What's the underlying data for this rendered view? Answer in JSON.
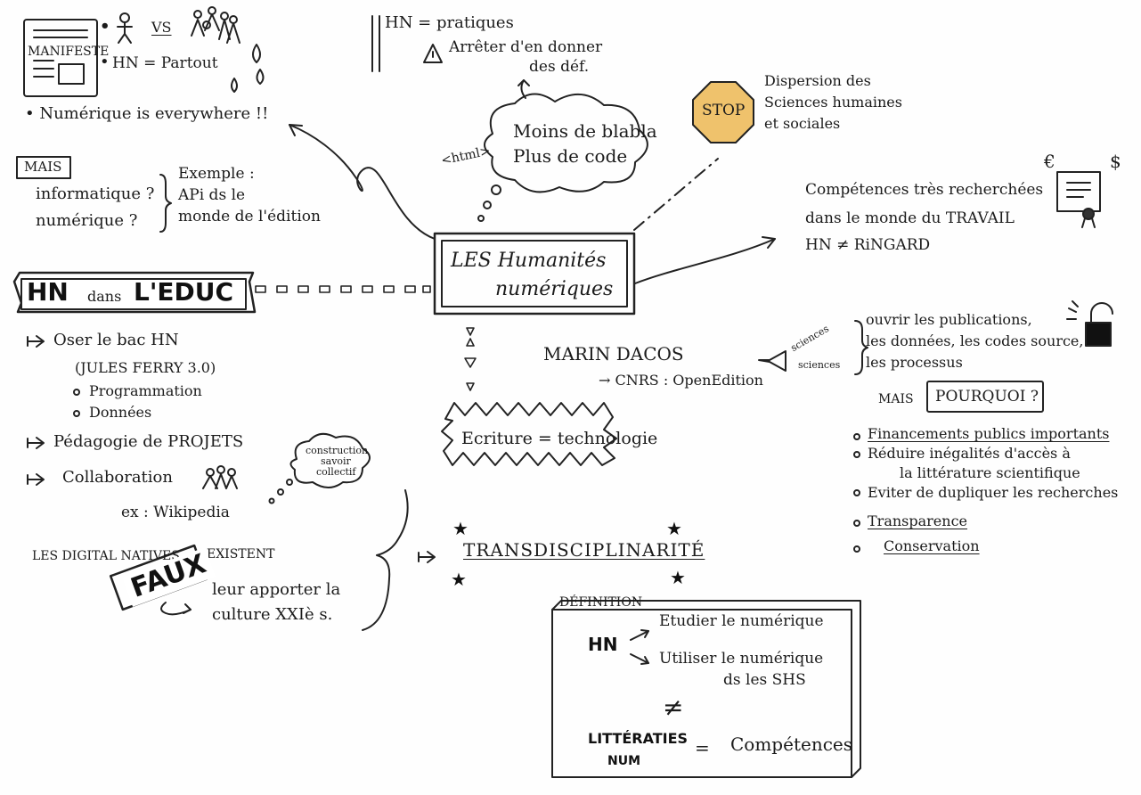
{
  "manifeste": "MANIFESTE",
  "vs": "VS",
  "hn_partout": "HN = Partout",
  "numerique_everywhere": "• Numérique is everywhere !!",
  "mais1": "MAIS",
  "informatique": "informatique ?",
  "numerique_q": "numérique ?",
  "exemple": [
    "Exemple :",
    "APi ds le",
    "monde de l'édition"
  ],
  "hn_pratiques": "HN = pratiques",
  "arreter": [
    "Arrêter d'en donner",
    "des déf."
  ],
  "html_tag": "<html>",
  "cloud": [
    "Moins de blabla",
    "Plus de code"
  ],
  "stop": "STOP",
  "dispersion": [
    "Dispersion des",
    "Sciences humaines",
    "et sociales"
  ],
  "currency": [
    "€",
    "$"
  ],
  "competences": [
    "Compétences très recherchées",
    "dans le monde du TRAVAIL",
    "HN ≠ RiNGARD"
  ],
  "center_title": [
    "LES Humanités",
    "numériques"
  ],
  "hn_educ": {
    "hn": "HN",
    "dans": "dans",
    "educ": "L'EDUC"
  },
  "educ_list": [
    "Oser le bac HN",
    "(JULES FERRY 3.0)",
    "Programmation",
    "Données",
    "Pédagogie de PROJETS",
    "Collaboration",
    "ex : Wikipedia"
  ],
  "construction": [
    "construction",
    "savoir",
    "collectif"
  ],
  "marin": "MARIN DACOS",
  "cnrs": "→ CNRS : OpenEdition",
  "megaphone_words": [
    "sciences",
    "sciences"
  ],
  "ouvrir": [
    "ouvrir les publications,",
    "les données, les codes source,",
    "les processus"
  ],
  "mais_pourquoi": {
    "mais": "MAIS",
    "pourquoi": "POURQUOI ?"
  },
  "pourquoi_list": [
    "Financements publics importants",
    "Réduire inégalités d'accès à",
    "la littérature scientifique",
    "Eviter de dupliquer les recherches",
    "Transparence",
    "Conservation"
  ],
  "ecriture": "Ecriture = technologie",
  "digital": {
    "les_digital": "LES DIGITAL NATIVES",
    "faux": "FAUX",
    "existent": "EXISTENT",
    "apporter": [
      "leur apporter la",
      "culture XXIè s."
    ]
  },
  "transdisciplinarite": "TRANSDISCIPLINARITÉ",
  "definition": {
    "label": "DÉFINITION",
    "hn": "HN",
    "etudier": "Etudier le numérique",
    "utiliser": [
      "Utiliser le numérique",
      "ds les SHS"
    ],
    "neq": "≠",
    "litteraties": [
      "LITTÉRATIES",
      "NUM"
    ],
    "equals": "=",
    "competences": "Compétences"
  }
}
